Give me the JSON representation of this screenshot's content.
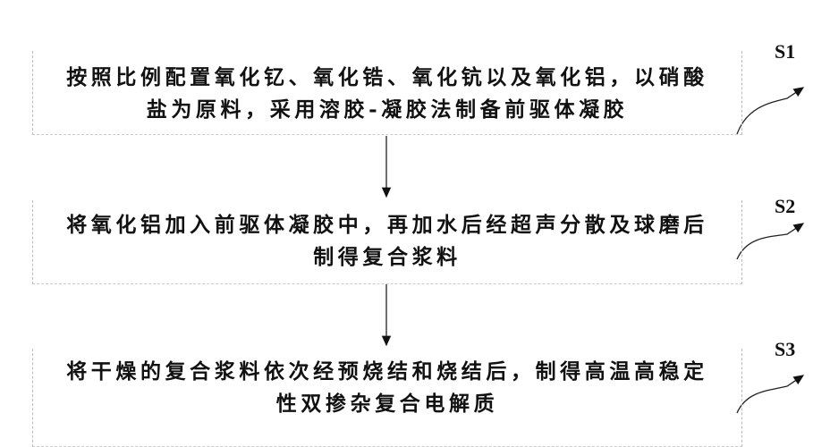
{
  "steps": [
    {
      "id": "S1",
      "lines": [
        "按照比例配置氧化钇、氧化锆、氧化钪以及氧化铝，以硝酸",
        "盐为原料，采用溶胶-凝胶法制备前驱体凝胶"
      ]
    },
    {
      "id": "S2",
      "lines": [
        "将氧化铝加入前驱体凝胶中，再加水后经超声分散及球磨后",
        "制得复合浆料"
      ]
    },
    {
      "id": "S3",
      "lines": [
        "将干燥的复合浆料依次经预烧结和烧结后，制得高温高稳定",
        "性双掺杂复合电解质"
      ]
    }
  ]
}
